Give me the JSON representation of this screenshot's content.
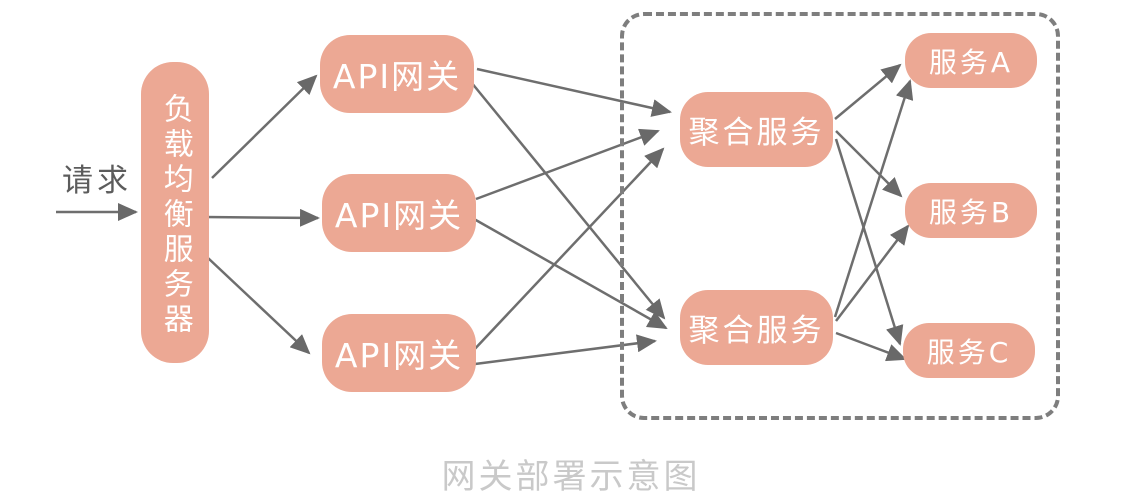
{
  "diagram": {
    "caption": "网关部署示意图",
    "request_label": "请求",
    "nodes": [
      {
        "id": "load-balancer",
        "label": "负载均衡服务器"
      },
      {
        "id": "api-gateway-1",
        "label": "API网关"
      },
      {
        "id": "api-gateway-2",
        "label": "API网关"
      },
      {
        "id": "api-gateway-3",
        "label": "API网关"
      },
      {
        "id": "aggregation-service-1",
        "label": "聚合服务"
      },
      {
        "id": "aggregation-service-2",
        "label": "聚合服务"
      },
      {
        "id": "service-a",
        "label": "服务A"
      },
      {
        "id": "service-b",
        "label": "服务B"
      },
      {
        "id": "service-c",
        "label": "服务C"
      }
    ],
    "edges": [
      {
        "from": "request",
        "to": "load-balancer"
      },
      {
        "from": "load-balancer",
        "to": "api-gateway-1"
      },
      {
        "from": "load-balancer",
        "to": "api-gateway-2"
      },
      {
        "from": "load-balancer",
        "to": "api-gateway-3"
      },
      {
        "from": "api-gateway-1",
        "to": "aggregation-service-1"
      },
      {
        "from": "api-gateway-1",
        "to": "aggregation-service-2"
      },
      {
        "from": "api-gateway-2",
        "to": "aggregation-service-1"
      },
      {
        "from": "api-gateway-2",
        "to": "aggregation-service-2"
      },
      {
        "from": "api-gateway-3",
        "to": "aggregation-service-1"
      },
      {
        "from": "api-gateway-3",
        "to": "aggregation-service-2"
      },
      {
        "from": "aggregation-service-1",
        "to": "service-a"
      },
      {
        "from": "aggregation-service-1",
        "to": "service-b"
      },
      {
        "from": "aggregation-service-1",
        "to": "service-c"
      },
      {
        "from": "aggregation-service-2",
        "to": "service-a"
      },
      {
        "from": "aggregation-service-2",
        "to": "service-b"
      },
      {
        "from": "aggregation-service-2",
        "to": "service-c"
      }
    ],
    "colors": {
      "node_fill": "#ECA894",
      "node_text": "#FFFFFF",
      "arrow": "#6E6E6E",
      "dashed_border": "#7E7E7E",
      "caption_text": "#C9C9C9",
      "request_text": "#5C5C5C"
    }
  }
}
